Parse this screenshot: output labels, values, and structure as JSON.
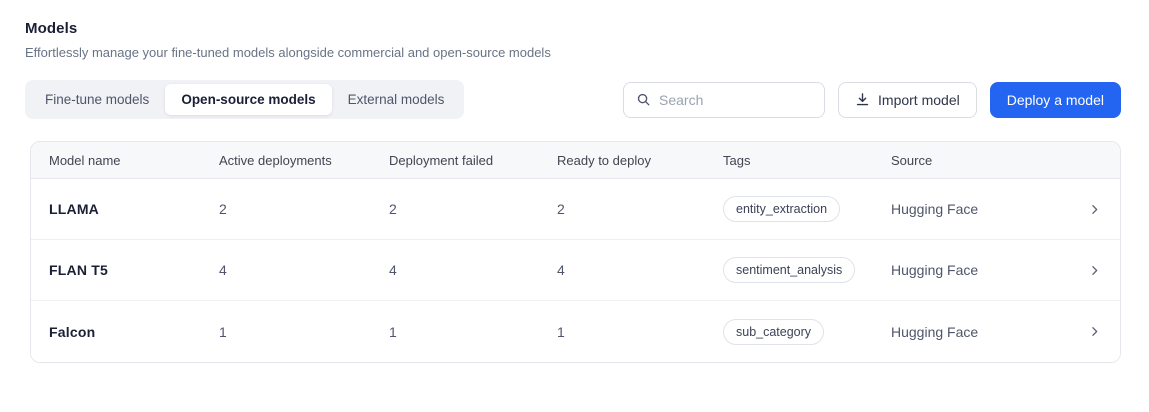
{
  "page": {
    "title": "Models",
    "subtitle": "Effortlessly manage your fine-tuned models alongside commercial and open-source models"
  },
  "tabs": [
    {
      "label": "Fine-tune models",
      "active": false
    },
    {
      "label": "Open-source models",
      "active": true
    },
    {
      "label": "External models",
      "active": false
    }
  ],
  "toolbar": {
    "search_placeholder": "Search",
    "import_label": "Import model",
    "deploy_label": "Deploy a model"
  },
  "icons": {
    "search": "search-icon",
    "import": "download-icon",
    "row_action": "chevron-right-icon"
  },
  "colors": {
    "accent_blue": "#2365f0",
    "title_text": "#1a1f36",
    "muted_text": "#697386",
    "table_border": "#e4e7ec",
    "header_bg": "#f7f8fa",
    "tabs_bg": "#f1f2f6"
  },
  "table": {
    "columns": [
      "Model name",
      "Active deployments",
      "Deployment failed",
      "Ready to deploy",
      "Tags",
      "Source"
    ],
    "rows": [
      {
        "model": "LLAMA",
        "active": "2",
        "failed": "2",
        "ready": "2",
        "tag": "entity_extraction",
        "source": "Hugging Face"
      },
      {
        "model": "FLAN T5",
        "active": "4",
        "failed": "4",
        "ready": "4",
        "tag": "sentiment_analysis",
        "source": "Hugging Face"
      },
      {
        "model": "Falcon",
        "active": "1",
        "failed": "1",
        "ready": "1",
        "tag": "sub_category",
        "source": "Hugging Face"
      }
    ]
  }
}
